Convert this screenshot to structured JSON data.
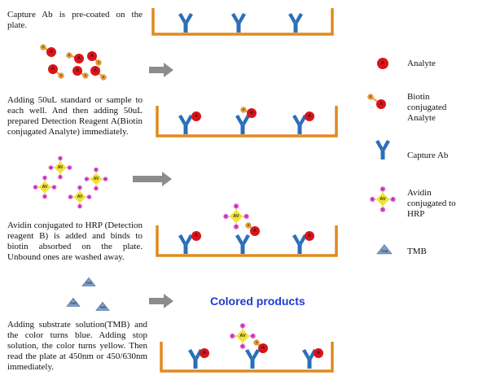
{
  "steps": [
    {
      "text": "Capture Ab is pre-coated on the plate."
    },
    {
      "text": "Adding 50uL standard or sample to each well. And then adding 50uL prepared Detection Reagent A(Biotin conjugated Analyte) immediately."
    },
    {
      "text": "Avidin conjugated to HRP (Detection reagent B) is added and binds to biotin absorbed on the plate. Unbound ones are washed away."
    },
    {
      "text": "Adding substrate solution(TMB) and the color turns blue. Adding stop solution, the color turns yellow. Then read the plate at 450nm or 450/630nm immediately."
    }
  ],
  "result_label": "Colored products",
  "legend": [
    {
      "label": "Analyte"
    },
    {
      "label": "Biotin conjugated Analyte"
    },
    {
      "label": "Capture Ab"
    },
    {
      "label": "Avidin conjugated to HRP"
    },
    {
      "label": "TMB"
    }
  ],
  "glyphs": {
    "analyte": "A",
    "biotin": "B",
    "avidin": "AV",
    "hrp": "E",
    "tmb": "TMB"
  },
  "colors": {
    "plate": "#e08a1e",
    "antibody": "#2b6fb8",
    "analyte": "#d8141a",
    "biotin": "#f0a030",
    "avidin": "#f2e233",
    "hrp": "#e44fcf",
    "tmb": "#7aa0c8",
    "arrow": "#8c8c8c",
    "result_text": "#1f3bd6"
  }
}
